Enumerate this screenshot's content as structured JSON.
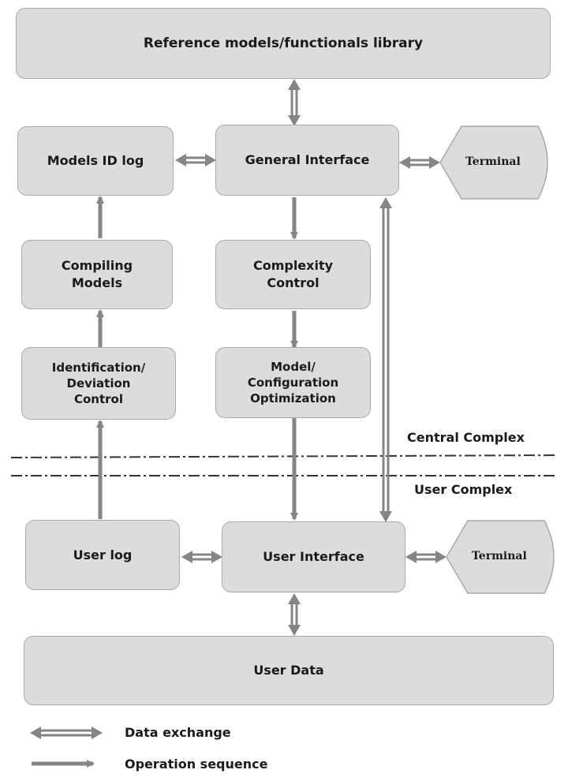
{
  "boxes": {
    "library": "Reference models/functionals library",
    "models_id_log": "Models ID log",
    "general_interface": "General Interface",
    "compiling_models": "Compiling\nModels",
    "complexity_control": "Complexity\nControl",
    "identification": "Identification/\nDeviation\nControl",
    "optimization": "Model/\nConfiguration\nOptimization",
    "user_log": "User log",
    "user_interface": "User Interface",
    "user_data": "User Data"
  },
  "terminals": {
    "top": "Terminal",
    "bottom": "Terminal"
  },
  "zones": {
    "central": "Central Complex",
    "user": "User Complex"
  },
  "legend": {
    "data_exchange": "Data exchange",
    "operation_sequence": "Operation sequence"
  },
  "colors": {
    "box_fill": "#dcdcdc",
    "box_border": "#a9a9a9",
    "arrow": "#858585",
    "text": "#1a1a1a"
  }
}
